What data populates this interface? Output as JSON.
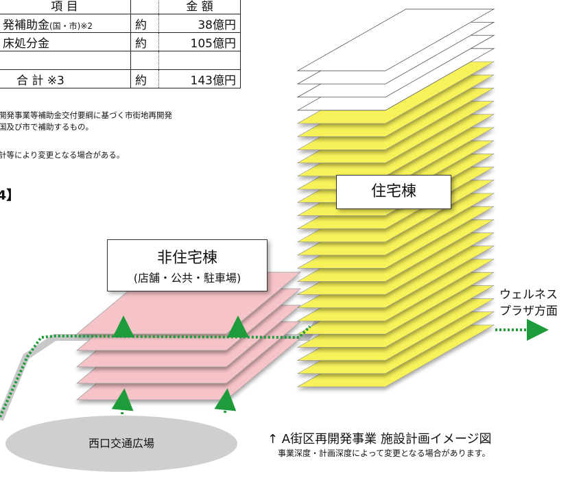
{
  "table": {
    "header": {
      "item": "項 目",
      "amount": "金 額"
    },
    "rows": [
      {
        "item": "発補助金",
        "item_small": "(国・市)※2",
        "approx": "約",
        "amount": "38億円"
      },
      {
        "item": "床処分金",
        "item_small": "",
        "approx": "約",
        "amount": "105億円"
      },
      {
        "item": "",
        "item_small": "",
        "approx": "",
        "amount": ""
      },
      {
        "item": "合 計 ※3",
        "item_small": "",
        "approx": "約",
        "amount": "143億円"
      }
    ]
  },
  "notes": [
    "開発事業等補助金交付要綱に基づく市街地再開発",
    "国及び市で補助するもの。",
    "計等により変更となる場合がある。"
  ],
  "section_heading": "4】",
  "diagram": {
    "residential_label": "住宅棟",
    "nonresidential_label": "非住宅棟",
    "nonresidential_sub": "(店舗・公共・駐車場)",
    "direction_line1": "ウェルネス",
    "direction_line2": "プラザ方面",
    "plaza_label": "西口交通広場",
    "caption": "↑ A街区再開発事業 施設計画イメージ図",
    "subcaption": "事業深度・計画深度によって変更となる場合があります。",
    "colors": {
      "floor_yellow": "#f7f25a",
      "floor_pink": "#f6c3c8",
      "route_green": "#1e9c3c",
      "route_gray": "#c8c8c8"
    }
  }
}
